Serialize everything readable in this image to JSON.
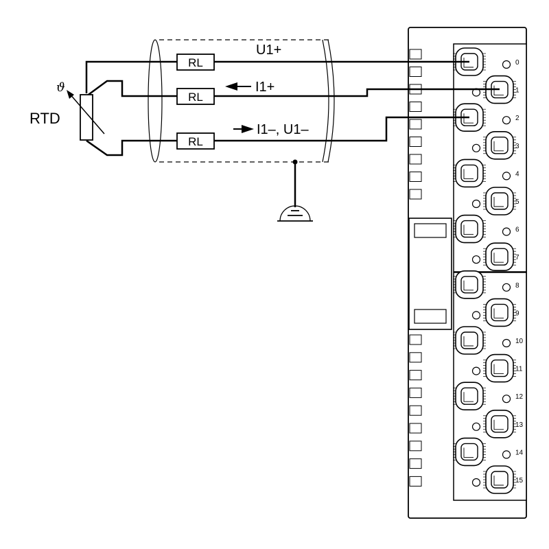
{
  "sensor": {
    "label": "RTD",
    "symbol": "ϑ"
  },
  "resistors": [
    "RL",
    "RL",
    "RL"
  ],
  "signals": {
    "u_plus": "U1+",
    "i_plus": "I1+",
    "minus": "I1–, U1–"
  },
  "terminals": [
    "0",
    "1",
    "2",
    "3",
    "4",
    "5",
    "6",
    "7",
    "8",
    "9",
    "10",
    "11",
    "12",
    "13",
    "14",
    "15"
  ]
}
